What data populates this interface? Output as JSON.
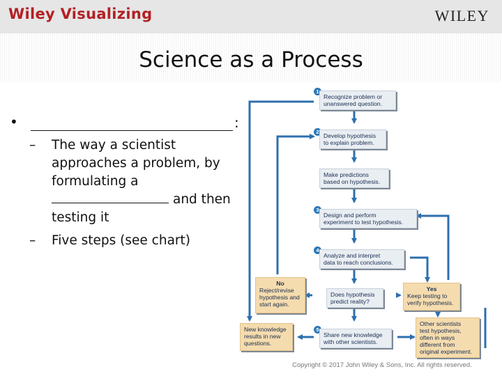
{
  "header": {
    "brand_left": "Wiley Visualizing",
    "brand_right": "WILEY"
  },
  "slide": {
    "title": "Science as a Process",
    "bullet_marker": "•",
    "bullet_suffix": ":",
    "sub_items": [
      {
        "dash": "–",
        "lines": [
          "The way a scientist",
          "approaches a problem, by",
          "formulating a"
        ],
        "after_blank": "and then",
        "last_line": "testing it"
      },
      {
        "dash": "–",
        "text": "Five steps (see chart)"
      }
    ]
  },
  "flowchart": {
    "steps": [
      {
        "number": "1",
        "lines": [
          "Recognize problem or",
          "unanswered question."
        ]
      },
      {
        "number": "2",
        "lines": [
          "Develop hypothesis",
          "to explain problem."
        ]
      },
      {
        "number": "",
        "lines": [
          "Make predictions",
          "based on hypothesis."
        ]
      },
      {
        "number": "3",
        "lines": [
          "Design and perform",
          "experiment to test hypothesis."
        ]
      },
      {
        "number": "4",
        "lines": [
          "Analyze and interpret",
          "data to reach conclusions."
        ]
      },
      {
        "number": "",
        "lines": [
          "Does hypothesis",
          "predict reality?"
        ]
      },
      {
        "number": "5",
        "lines": [
          "Share new knowledge",
          "with other scientists."
        ]
      }
    ],
    "no_box": {
      "title": "No",
      "lines": [
        "Reject/revise",
        "hypothesis and",
        "start again."
      ]
    },
    "yes_box": {
      "title": "Yes",
      "lines": [
        "Keep testing to",
        "verify hypothesis."
      ]
    },
    "new_knowledge": {
      "lines": [
        "New knowledge",
        "results in new",
        "questions."
      ]
    },
    "other_scientists": {
      "lines": [
        "Other scientists",
        "test hypothesis,",
        "often in ways",
        "different from",
        "original experiment."
      ]
    },
    "colors": {
      "arrow": "#2d6fae",
      "box_blue": "#e9eef3",
      "box_tan": "#f5dcae",
      "number_circle": "#2d78b6"
    }
  },
  "footer": {
    "copyright": "Copyright © 2017 John Wiley & Sons, Inc. All rights reserved."
  }
}
